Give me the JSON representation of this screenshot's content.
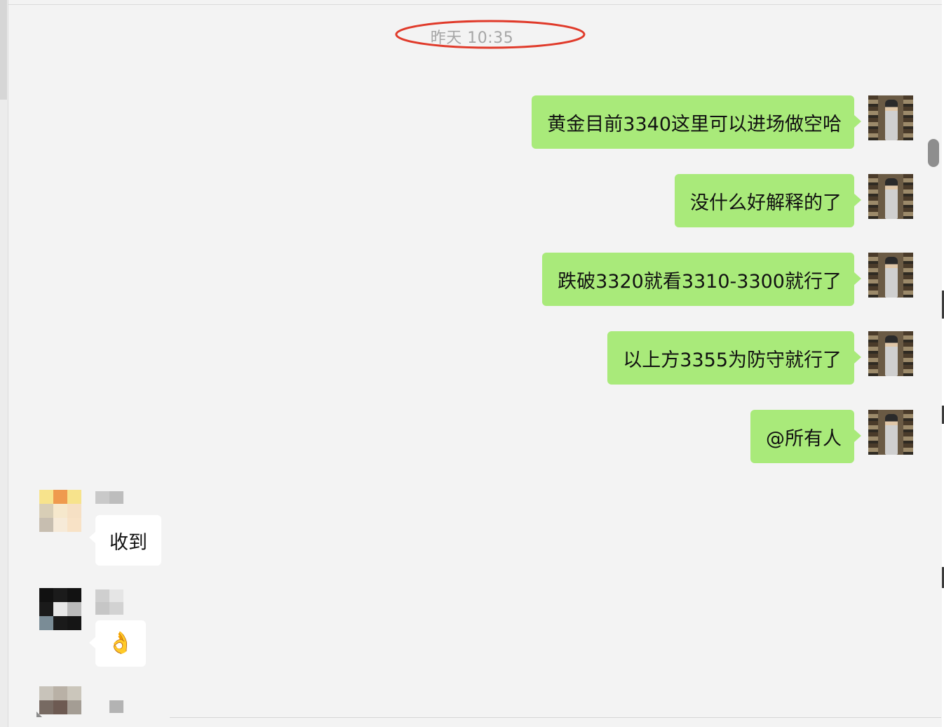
{
  "timestamp": "昨天 10:35",
  "outgoing_messages": [
    {
      "text": "黄金目前3340这里可以进场做空哈"
    },
    {
      "text": "没什么好解释的了"
    },
    {
      "text": "跌破3320就看3310-3300就行了"
    },
    {
      "text": "以上方3355为防守就行了"
    },
    {
      "text": "@所有人"
    }
  ],
  "incoming_messages": [
    {
      "text": "收到"
    },
    {
      "text": "👌"
    }
  ],
  "colors": {
    "background": "#f3f3f3",
    "outgoing_bubble": "#a9ea7a",
    "incoming_bubble": "#ffffff",
    "timestamp_text": "#a6a6a6",
    "annotation": "#e03a2a"
  },
  "icons": {
    "outgoing_avatar": "user-photo-avatar",
    "incoming_avatar": "pixelated-avatar"
  }
}
